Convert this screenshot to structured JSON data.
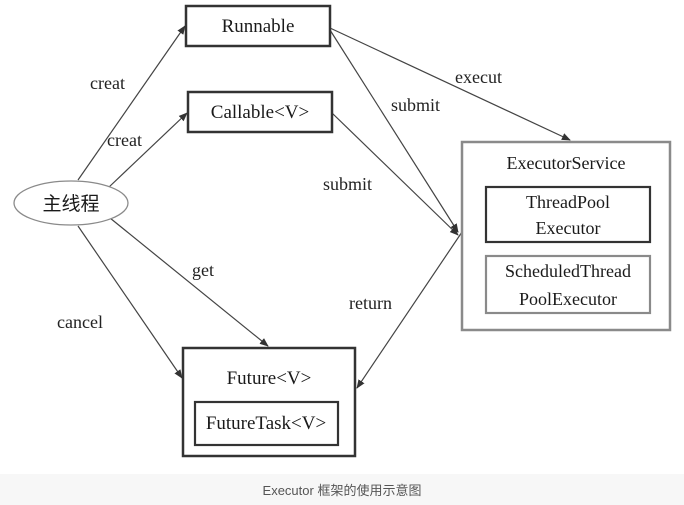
{
  "diagram": {
    "main_thread": "主线程",
    "nodes": {
      "runnable": "Runnable",
      "callable": "Callable<V>",
      "executor_service": "ExecutorService",
      "thread_pool_executor_line1": "ThreadPool",
      "thread_pool_executor_line2": "Executor",
      "scheduled_line1": "ScheduledThread",
      "scheduled_line2": "PoolExecutor",
      "future": "Future<V>",
      "future_task": "FutureTask<V>"
    },
    "edges": {
      "creat_runnable": "creat",
      "creat_callable": "creat",
      "get": "get",
      "cancel": "cancel",
      "execut": "execut",
      "submit_runnable": "submit",
      "submit_callable": "submit",
      "return": "return"
    }
  },
  "caption": "Executor 框架的使用示意图"
}
